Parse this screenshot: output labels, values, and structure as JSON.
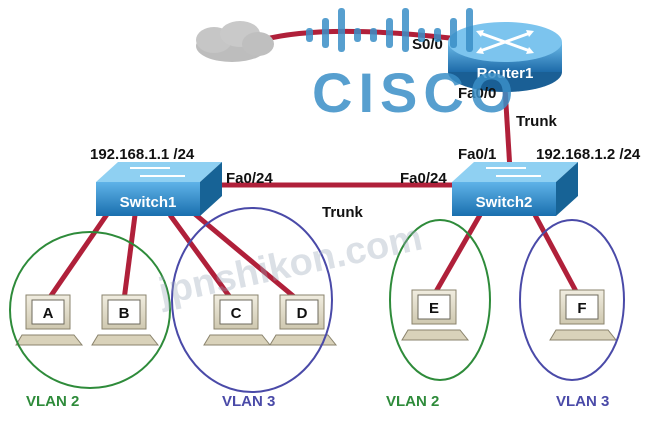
{
  "logo": {
    "text": "CISCO",
    "color": "#3a8fc7"
  },
  "watermark": "jpnshikon.com",
  "cloud": {
    "icon": "cloud-icon"
  },
  "router": {
    "name": "Router1",
    "port_wan": "S0/0",
    "port_lan": "Fa0/0",
    "icon": "router-icon"
  },
  "switch1": {
    "name": "Switch1",
    "ip": "192.168.1.1 /24",
    "port_trunk": "Fa0/24",
    "icon": "switch-icon"
  },
  "switch2": {
    "name": "Switch2",
    "ip": "192.168.1.2 /24",
    "port_trunk": "Fa0/24",
    "port_router": "Fa0/1",
    "icon": "switch-icon"
  },
  "links": {
    "trunk_switches": "Trunk",
    "trunk_router": "Trunk"
  },
  "pcs": [
    {
      "label": "A",
      "icon": "pc-icon"
    },
    {
      "label": "B",
      "icon": "pc-icon"
    },
    {
      "label": "C",
      "icon": "pc-icon"
    },
    {
      "label": "D",
      "icon": "pc-icon"
    },
    {
      "label": "E",
      "icon": "pc-icon"
    },
    {
      "label": "F",
      "icon": "pc-icon"
    }
  ],
  "vlans": [
    {
      "label": "VLAN 2",
      "color": "#2e8b3a"
    },
    {
      "label": "VLAN 3",
      "color": "#4a4aa8"
    },
    {
      "label": "VLAN 2",
      "color": "#2e8b3a"
    },
    {
      "label": "VLAN 3",
      "color": "#4a4aa8"
    }
  ],
  "colors": {
    "cable": "#b0203a",
    "device": "#1e7fbf"
  }
}
